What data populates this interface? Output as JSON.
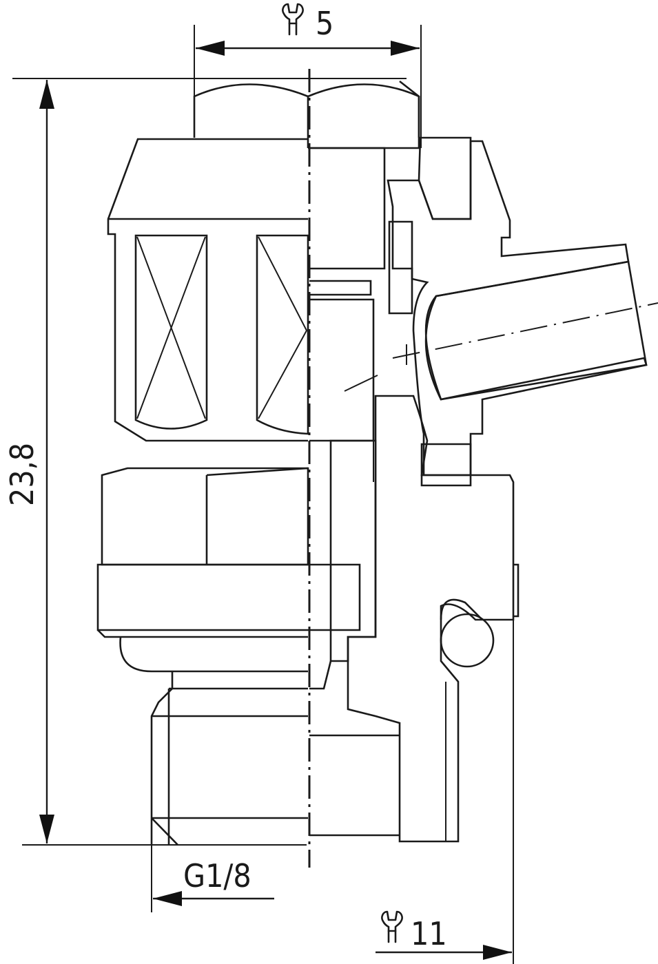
{
  "drawing": {
    "type": "technical section drawing",
    "subject": "angled hose connector fitting (half section)",
    "dimensions": {
      "top_wrench_size": {
        "symbol": "wrench-icon",
        "value": "5"
      },
      "overall_height": {
        "value": "23,8"
      },
      "thread": {
        "value": "G1/8"
      },
      "bottom_wrench_size": {
        "symbol": "wrench-icon",
        "value": "11"
      }
    },
    "colors": {
      "line": "#1a1a1a",
      "background": "#ffffff"
    }
  }
}
